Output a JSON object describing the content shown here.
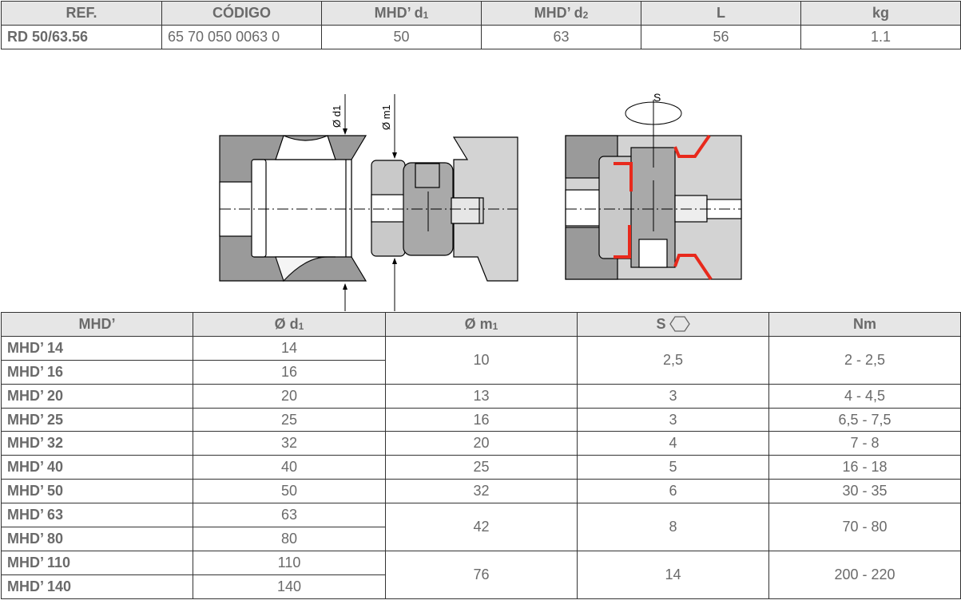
{
  "spec_table": {
    "headers": [
      {
        "main": "REF.",
        "sub": ""
      },
      {
        "main": "CÓDIGO",
        "sub": ""
      },
      {
        "main": "MHD’ d",
        "sub": "1"
      },
      {
        "main": "MHD’ d",
        "sub": "2"
      },
      {
        "main": "L",
        "sub": ""
      },
      {
        "main": "kg",
        "sub": ""
      }
    ],
    "row": [
      "RD 50/63.56",
      "65 70 050 0063 0",
      "50",
      "63",
      "56",
      "1.1"
    ]
  },
  "diagram": {
    "label_d1": "Ø d1",
    "label_m1": "Ø m1",
    "label_s": "S",
    "highlight_color": "#e8291c"
  },
  "size_table": {
    "headers": [
      {
        "main": "MHD’",
        "sub": ""
      },
      {
        "main": "Ø d",
        "sub": "1"
      },
      {
        "main": "Ø m",
        "sub": "1"
      },
      {
        "main": "S",
        "sub": "",
        "icon": "hexagon-icon"
      },
      {
        "main": "Nm",
        "sub": ""
      }
    ],
    "groups": [
      {
        "rows": [
          [
            "MHD’ 14",
            "14"
          ],
          [
            "MHD’ 16",
            "16"
          ]
        ],
        "m1": "10",
        "s": "2,5",
        "nm": "2 - 2,5"
      },
      {
        "rows": [
          [
            "MHD’ 20",
            "20"
          ]
        ],
        "m1": "13",
        "s": "3",
        "nm": "4 - 4,5"
      },
      {
        "rows": [
          [
            "MHD’ 25",
            "25"
          ]
        ],
        "m1": "16",
        "s": "3",
        "nm": "6,5 - 7,5"
      },
      {
        "rows": [
          [
            "MHD’ 32",
            "32"
          ]
        ],
        "m1": "20",
        "s": "4",
        "nm": "7 - 8"
      },
      {
        "rows": [
          [
            "MHD’ 40",
            "40"
          ]
        ],
        "m1": "25",
        "s": "5",
        "nm": "16 - 18"
      },
      {
        "rows": [
          [
            "MHD’ 50",
            "50"
          ]
        ],
        "m1": "32",
        "s": "6",
        "nm": "30 - 35"
      },
      {
        "rows": [
          [
            "MHD’ 63",
            "63"
          ],
          [
            "MHD’ 80",
            "80"
          ]
        ],
        "m1": "42",
        "s": "8",
        "nm": "70 - 80"
      },
      {
        "rows": [
          [
            "MHD’ 110",
            "110"
          ],
          [
            "MHD’ 140",
            "140"
          ]
        ],
        "m1": "76",
        "s": "14",
        "nm": "200 - 220"
      }
    ]
  }
}
